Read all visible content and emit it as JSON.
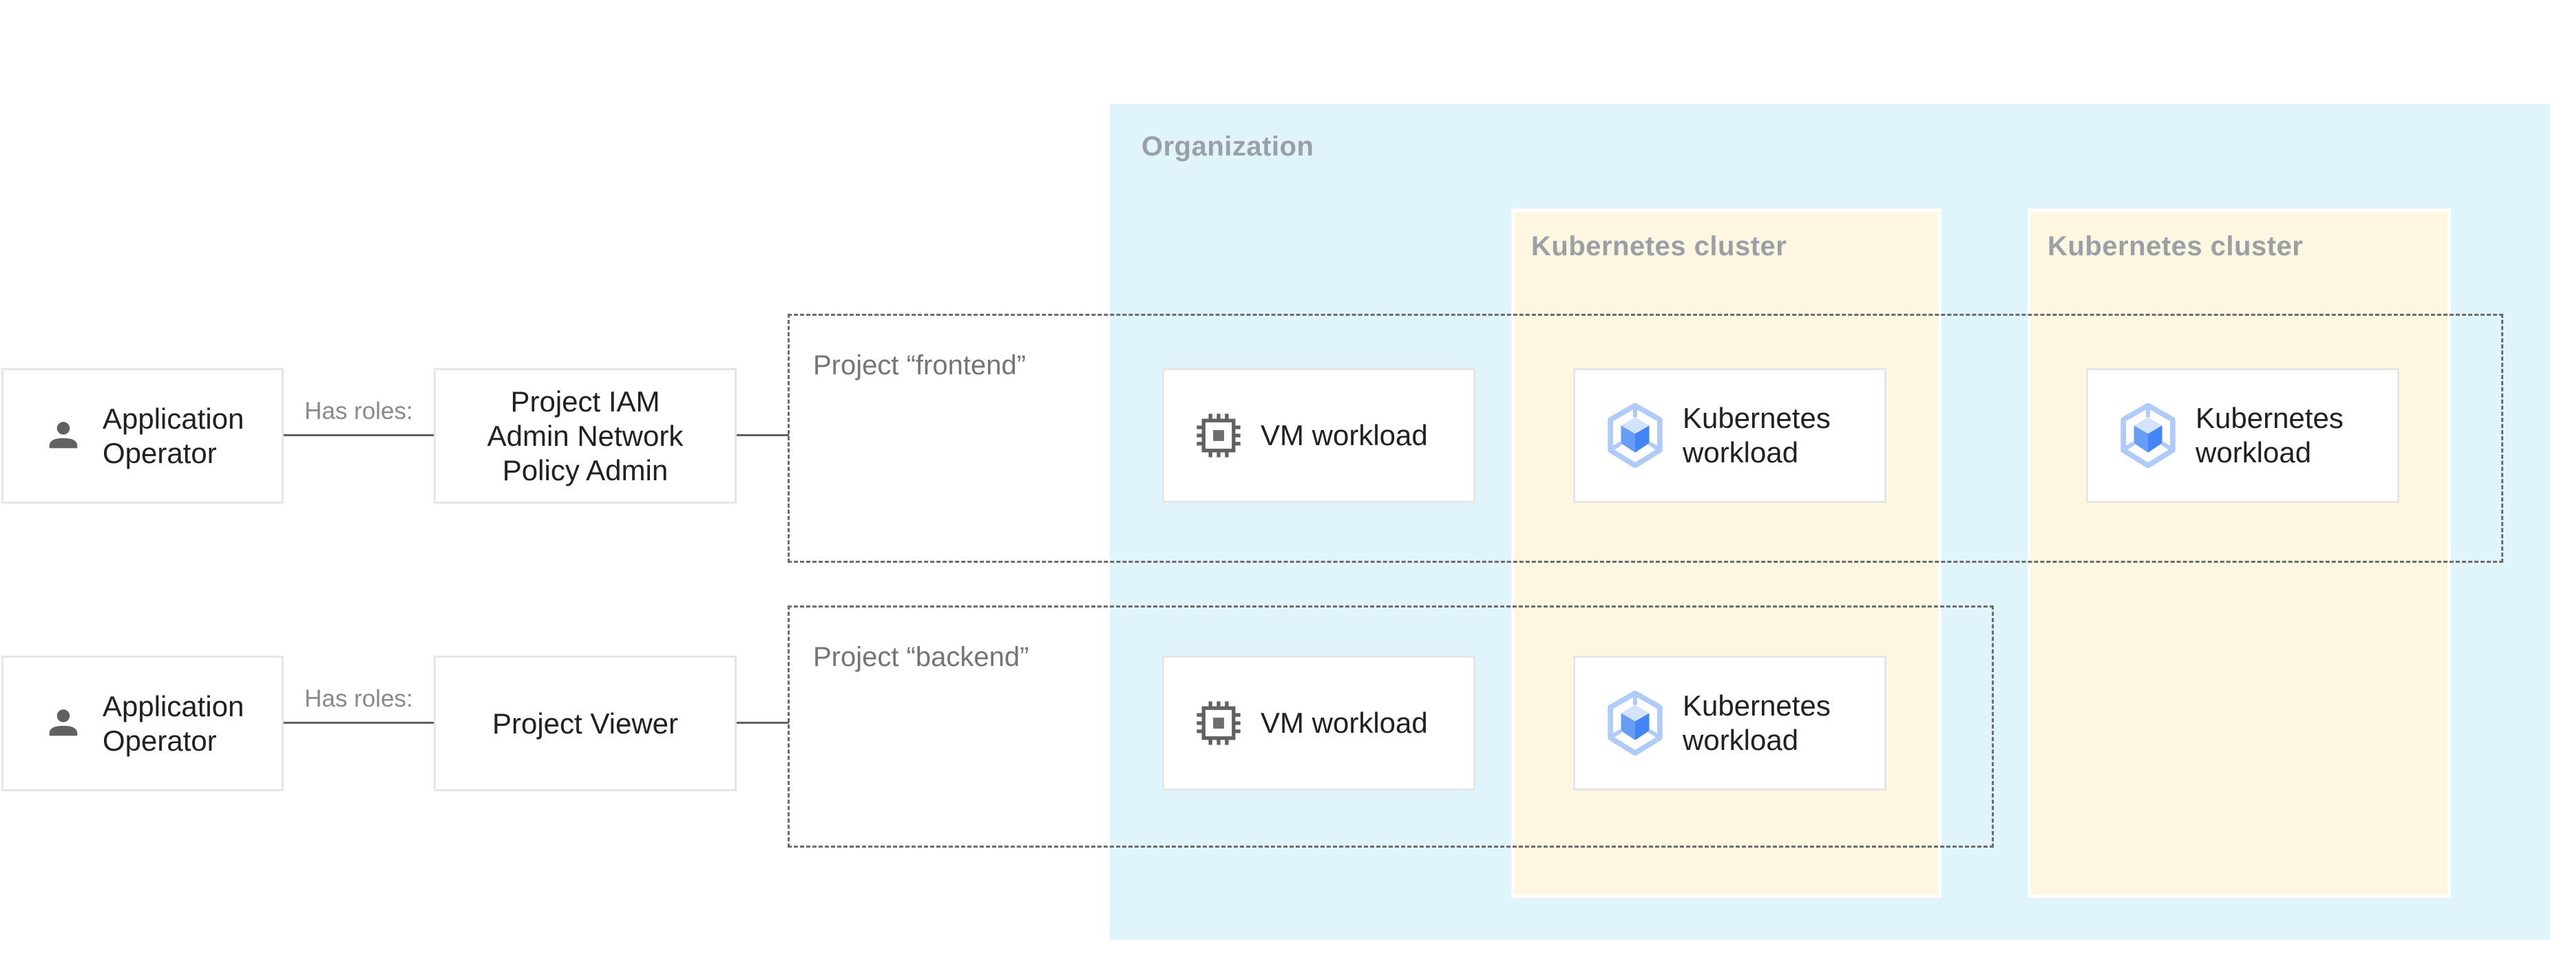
{
  "diagram": {
    "organization": {
      "label": "Organization",
      "bg_color": "#dff4fb"
    },
    "cluster1": {
      "label": "Kubernetes cluster",
      "bg_color": "#fdf7e2"
    },
    "cluster2": {
      "label": "Kubernetes cluster",
      "bg_color": "#fdf7e2"
    },
    "project_frontend": {
      "label": "Project “frontend”"
    },
    "project_backend": {
      "label": "Project “backend”"
    },
    "row1": {
      "actor": "Application Operator",
      "relation": "Has roles:",
      "role": "Project IAM Admin Network Policy Admin",
      "vm": "VM workload",
      "k8s_cluster1": "Kubernetes workload",
      "k8s_cluster2": "Kubernetes workload"
    },
    "row2": {
      "actor": "Application Operator",
      "relation": "Has roles:",
      "role": "Project Viewer",
      "vm": "VM workload",
      "k8s_cluster1": "Kubernetes workload"
    },
    "icons": {
      "person": "person-icon",
      "vm": "cpu-chip-icon",
      "kubernetes": "gke-hexagon-cube-icon"
    },
    "colors": {
      "organization_bg": "#dff4fb",
      "cluster_bg": "#fdf7e2",
      "zone_label_text": "#9aa0a6",
      "muted_label_text": "#8a8a8a",
      "project_label_text": "#757575",
      "node_text": "#212121",
      "node_border": "#e6e6e6",
      "connector": "#616161",
      "dashed_border": "#6d6d6d",
      "icon_gray": "#616161",
      "gke_ring": "#aecbfa",
      "gke_top_face": "#d2e3fc",
      "gke_left_face": "#669df6",
      "gke_right_face": "#4285f4"
    }
  }
}
